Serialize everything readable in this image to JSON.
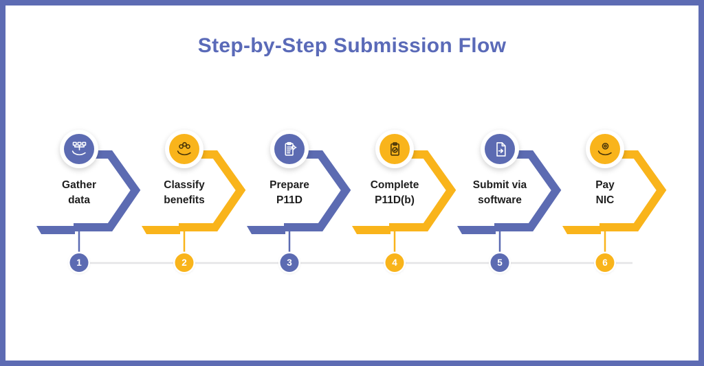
{
  "title": "Step-by-Step Submission Flow",
  "colors": {
    "blue": "#5C6BB2",
    "yellow": "#F9B41B",
    "border": "#5D6BB3",
    "title": "#5A6AB8",
    "label": "#1E1E1E",
    "timeline": "#E4E4E6",
    "number_text": "#FFFFFF",
    "icon_ink_on_blue": "#FFFFFF",
    "icon_ink_on_yellow": "#4A3608"
  },
  "steps": [
    {
      "number": "1",
      "label_lines": [
        "Gather",
        "data"
      ],
      "color_key": "blue",
      "icon": "hand-holding-data-icon"
    },
    {
      "number": "2",
      "label_lines": [
        "Classify",
        "benefits"
      ],
      "color_key": "yellow",
      "icon": "hand-holding-coins-icon"
    },
    {
      "number": "3",
      "label_lines": [
        "Prepare",
        "P11D"
      ],
      "color_key": "blue",
      "icon": "clipboard-gear-icon"
    },
    {
      "number": "4",
      "label_lines": [
        "Complete",
        "P11D(b)"
      ],
      "color_key": "yellow",
      "icon": "clipboard-check-icon"
    },
    {
      "number": "5",
      "label_lines": [
        "Submit via",
        "software"
      ],
      "color_key": "blue",
      "icon": "document-arrow-icon"
    },
    {
      "number": "6",
      "label_lines": [
        "Pay",
        "NIC"
      ],
      "color_key": "yellow",
      "icon": "coin-in-hand-icon"
    }
  ]
}
